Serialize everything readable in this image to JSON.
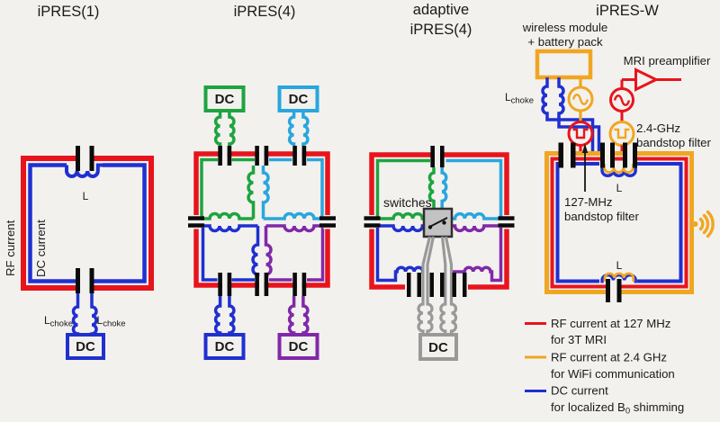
{
  "colors": {
    "background": "#f2f1ee",
    "rf_red": "#e8141c",
    "wifi_orange": "#f0a622",
    "dc_blue": "#2030d0",
    "loop_green": "#1ea440",
    "loop_cyan": "#2aa6dd",
    "loop_purple": "#8128a9",
    "gray": "#999999",
    "capacitor": "#0b0b0b",
    "text": "#1a1a1a",
    "switch_fill": "#c2c2c2",
    "switch_border": "#2f2f2f"
  },
  "p1": {
    "title": "iPRES(1)",
    "rf_label": "RF current",
    "dc_label": "DC current",
    "inductor_label": "L",
    "choke_base": "L",
    "choke_sub": "choke",
    "dc_box": "DC"
  },
  "p2": {
    "title": "iPRES(4)",
    "dc_box": "DC"
  },
  "p3": {
    "title_line1": "adaptive",
    "title_line2": "iPRES(4)",
    "switches_label": "switches",
    "dc_box": "DC"
  },
  "p4": {
    "title": "iPRES-W",
    "wireless_line1": "wireless module",
    "wireless_line2": "+ battery pack",
    "preamp_label": "MRI preamplifier",
    "filter24_line1": "2.4-GHz",
    "filter24_line2": "bandstop filter",
    "filter127_line1": "127-MHz",
    "filter127_line2": "bandstop filter",
    "inductor_top": "L",
    "inductor_bottom": "L",
    "choke_base": "L",
    "choke_sub": "choke"
  },
  "legend": {
    "rf_line1": "RF current at 127 MHz",
    "rf_line2": "for 3T MRI",
    "wifi_line1": "RF current at 2.4 GHz",
    "wifi_line2": "for WiFi communication",
    "dc_line1": "DC current",
    "dc_line2_pre": "for localized B",
    "dc_line2_sub": "0",
    "dc_line2_post": " shimming"
  }
}
